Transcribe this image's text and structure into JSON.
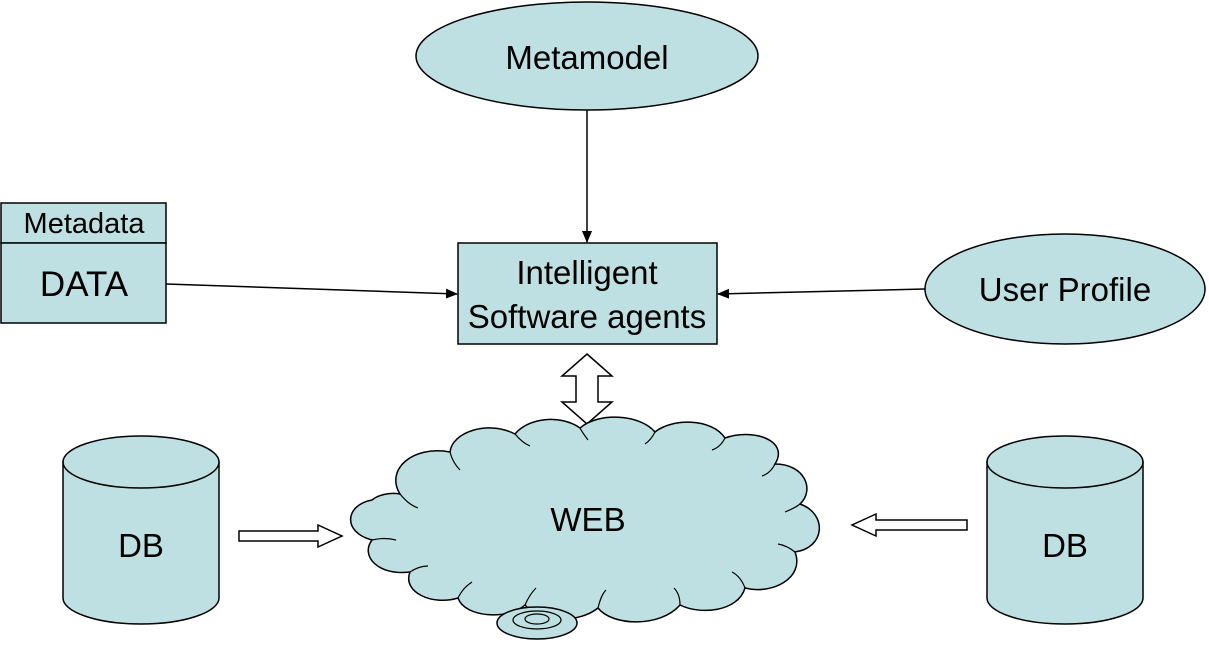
{
  "diagram": {
    "metamodel_label": "Metamodel",
    "agents_label_line1": "Intelligent",
    "agents_label_line2": "Software agents",
    "user_profile_label": "User Profile",
    "metadata_label": "Metadata",
    "data_label": "DATA",
    "web_label": "WEB",
    "db_left_label": "DB",
    "db_right_label": "DB"
  },
  "colors": {
    "shape_fill": "#bfe0e2",
    "stroke": "#000000",
    "hollow_arrow_fill": "#ffffff"
  }
}
